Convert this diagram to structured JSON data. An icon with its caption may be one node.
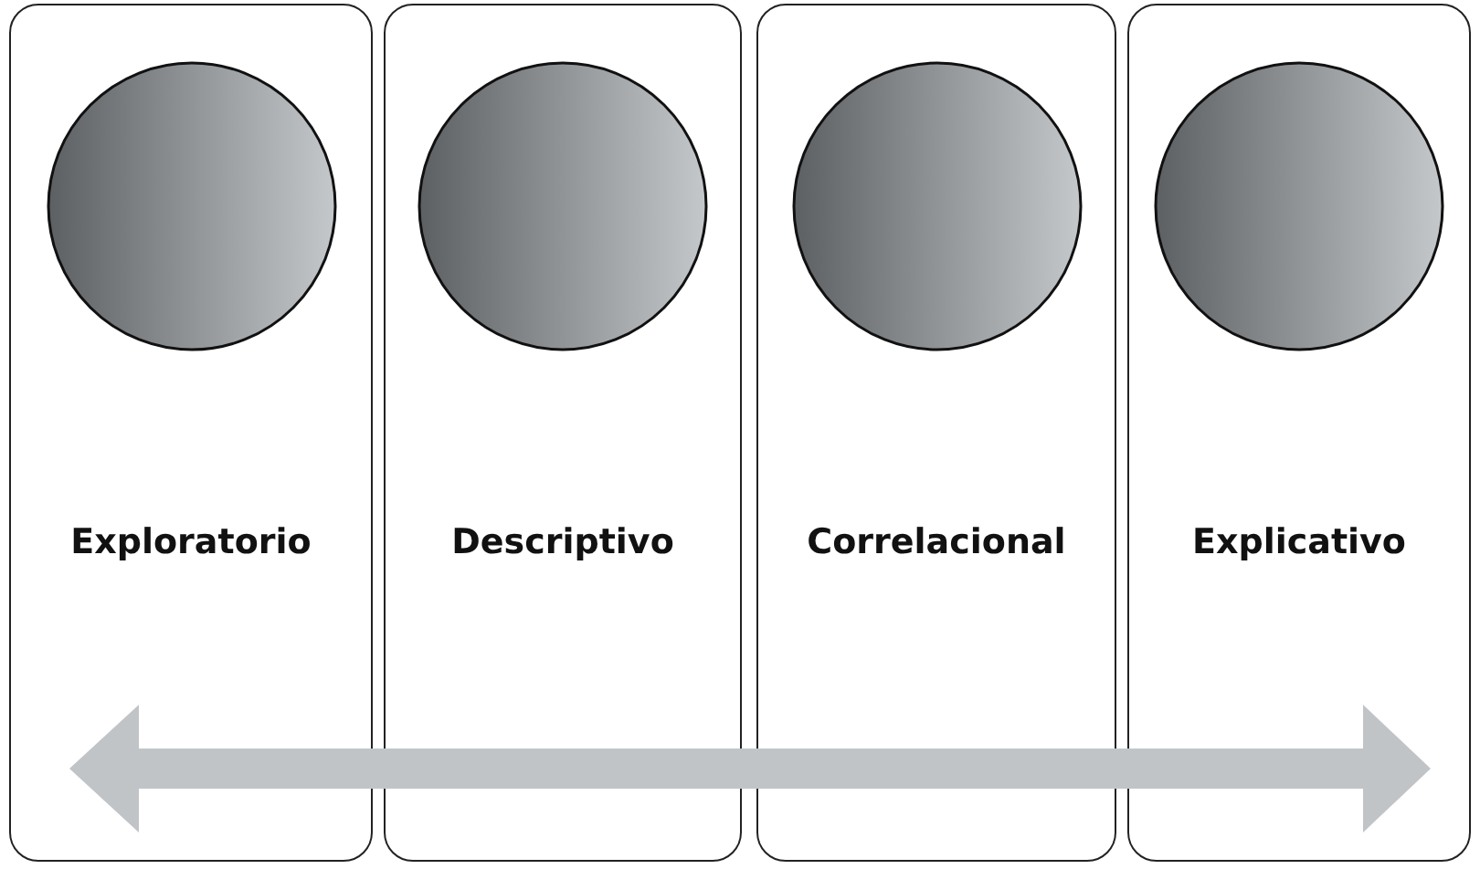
{
  "diagram": {
    "nodes": [
      {
        "text": [
          "Exploratorio"
        ]
      },
      {
        "text": [
          "Descriptivo"
        ]
      },
      {
        "text": [
          "Correlacional"
        ]
      },
      {
        "text": [
          "Explicativo"
        ]
      }
    ]
  }
}
